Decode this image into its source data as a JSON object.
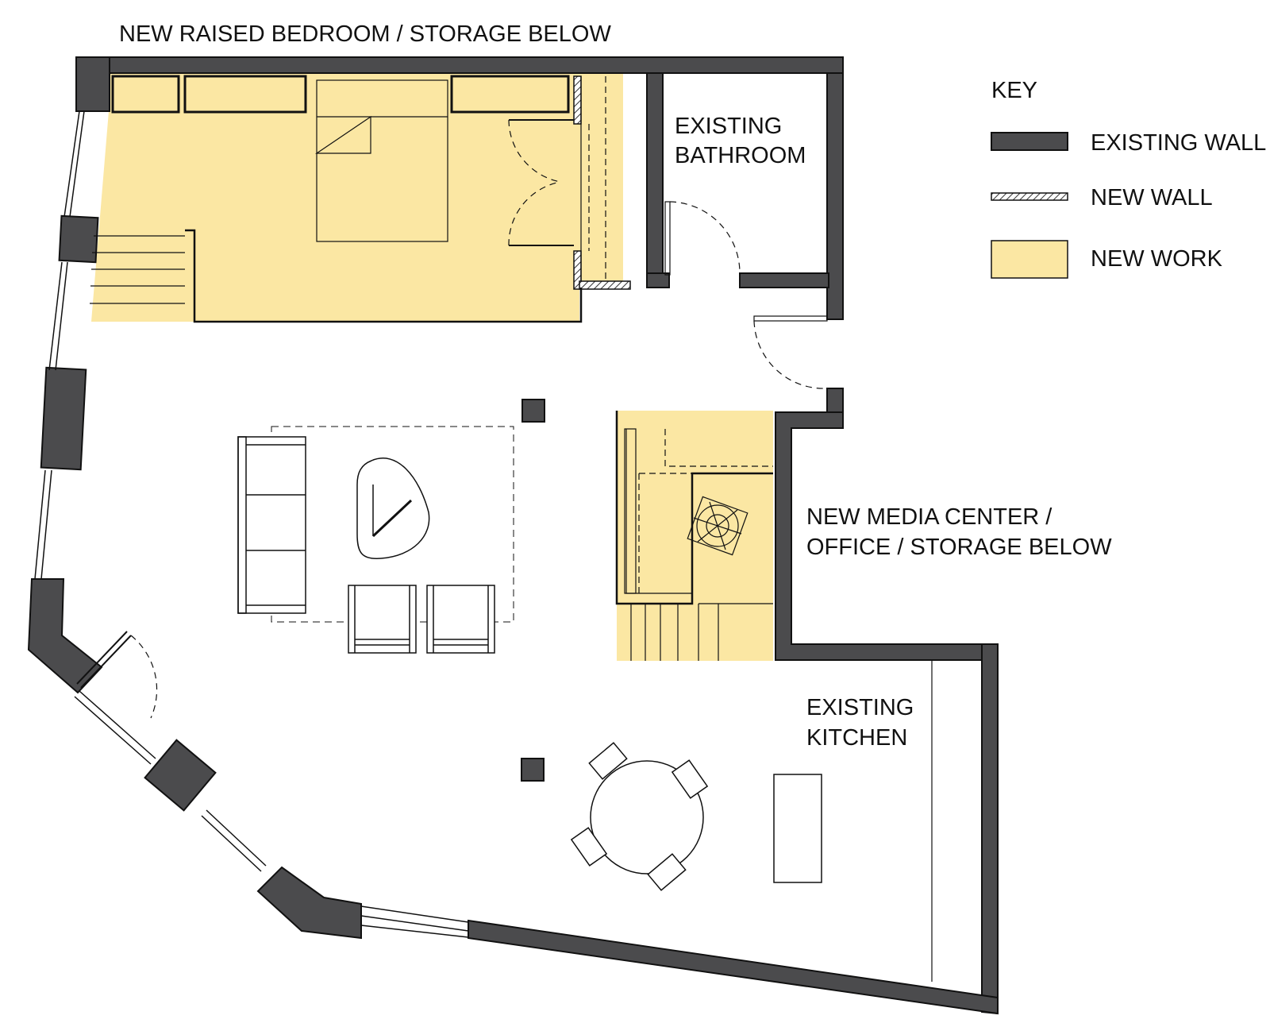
{
  "diagram": {
    "type": "floor-plan",
    "labels": {
      "bedroom": "NEW RAISED BEDROOM / STORAGE BELOW",
      "bathroom": [
        "EXISTING",
        "BATHROOM"
      ],
      "media": [
        "NEW MEDIA CENTER /",
        "OFFICE / STORAGE BELOW"
      ],
      "kitchen": [
        "EXISTING",
        "KITCHEN"
      ]
    },
    "key": {
      "title": "KEY",
      "items": [
        {
          "label": "EXISTING WALL",
          "style": "existing-wall"
        },
        {
          "label": "NEW WALL",
          "style": "new-wall-hatch"
        },
        {
          "label": "NEW WORK",
          "style": "new-work-fill"
        }
      ]
    },
    "colors": {
      "existing_wall": "#4b4b4d",
      "new_work": "#fbe7a3",
      "line": "#111111",
      "background": "#ffffff"
    }
  }
}
